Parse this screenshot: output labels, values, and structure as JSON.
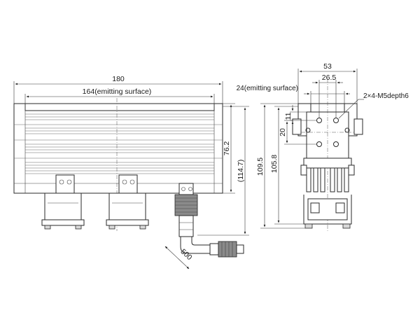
{
  "dimensions": {
    "overall_length": "180",
    "emitting_length": "164(emitting surface)",
    "height_body": "76.2",
    "height_total_side": "(114.7)",
    "cable_length": "500",
    "width_overall": "53",
    "width_emitting": "24(emitting surface)",
    "hole_pitch": "26.5",
    "dim_11": "11",
    "dim_20": "20",
    "height_overall": "109.5",
    "height_to_base": "105.8",
    "thread_note": "2×4-M5depth6"
  }
}
